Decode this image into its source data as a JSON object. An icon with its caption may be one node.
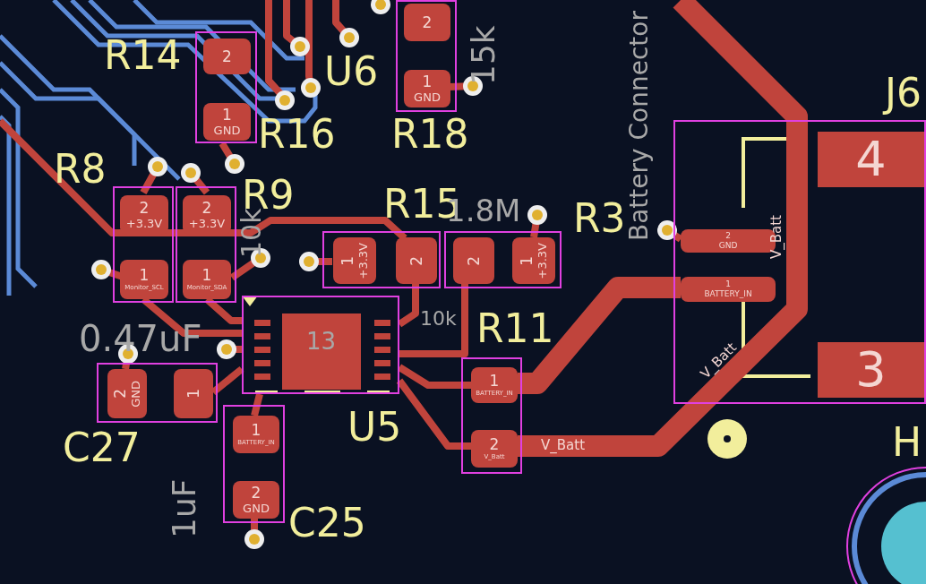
{
  "diagram": {
    "nodes": [
      {
        "text": [],
        "shape": "box"
      },
      {
        "text": [
          "2"
        ],
        "in": 0
      },
      {
        "text": [
          "1",
          "GND"
        ],
        "in": 0
      },
      {
        "text": [],
        "shape": "box"
      },
      {
        "text": [
          "2"
        ],
        "in": 3
      },
      {
        "text": [
          "1",
          "GND"
        ],
        "in": 3
      },
      {
        "text": [],
        "shape": "box"
      },
      {
        "text": [
          "2",
          "+3.3V"
        ],
        "in": 6
      },
      {
        "text": [
          "1",
          "Monitor_SCL"
        ],
        "in": 6
      },
      {
        "text": [],
        "shape": "box"
      },
      {
        "text": [
          "2",
          "+3.3V"
        ],
        "in": 9
      },
      {
        "text": [
          "1",
          "Monitor_SDA"
        ],
        "in": 9
      },
      {
        "text": [],
        "shape": "box"
      },
      {
        "text": [
          "1",
          "+3.3V"
        ],
        "in": 12
      },
      {
        "text": [
          "2"
        ],
        "in": 12
      },
      {
        "text": [],
        "shape": "box"
      },
      {
        "text": [
          "2"
        ],
        "in": 15
      },
      {
        "text": [
          "1",
          "+3.3V"
        ],
        "in": 15
      },
      {
        "text": [],
        "shape": "box"
      },
      {
        "text": [],
        "shape": "box"
      },
      {
        "text": [
          "2",
          "GND"
        ],
        "in": 19
      },
      {
        "text": [
          "1",
          "BATTERY_IN"
        ],
        "in": 19
      },
      {
        "text": [
          "4"
        ],
        "in": 19
      },
      {
        "text": [
          "3"
        ],
        "in": 19
      },
      {
        "text": [],
        "shape": "box"
      },
      {
        "text": [
          "2",
          "GND"
        ],
        "in": 24
      },
      {
        "text": [
          "1"
        ],
        "in": 24
      },
      {
        "text": [],
        "shape": "box"
      },
      {
        "text": [
          "1",
          "BATTERY_IN"
        ],
        "in": 27
      },
      {
        "text": [
          "2",
          "V_Batt"
        ],
        "in": 27
      },
      {
        "text": [],
        "shape": "box"
      },
      {
        "text": [
          "1",
          "BATTERY_IN"
        ],
        "in": 30
      },
      {
        "text": [
          "2",
          "GND"
        ],
        "in": 30
      }
    ],
    "edges": [
      {
        "from": 8,
        "to": 18,
        "arrow": "none"
      },
      {
        "from": 11,
        "to": 18,
        "arrow": "none"
      },
      {
        "from": 14,
        "to": 18,
        "arrow": "none"
      },
      {
        "from": 16,
        "to": 18,
        "arrow": "none"
      },
      {
        "from": 26,
        "to": 18,
        "arrow": "none"
      },
      {
        "from": 31,
        "to": 18,
        "arrow": "none"
      },
      {
        "from": 18,
        "to": 28,
        "arrow": "none"
      },
      {
        "from": 18,
        "to": 29,
        "arrow": "none"
      },
      {
        "from": 28,
        "to": 21,
        "arrow": "none",
        "style": "thick"
      },
      {
        "from": 29,
        "to": null,
        "arrow": "none",
        "style": "thick"
      }
    ],
    "labels": [
      "R14",
      "U6",
      "15k",
      "R16",
      "R18",
      "J6",
      "R8",
      "R9",
      "10k",
      "R15",
      "1.8M",
      "R3",
      "Battery Connector",
      "V_Batt",
      "13",
      "10k",
      "0.47uF",
      "R11",
      "V_Batt",
      "C27",
      "U5",
      "V_Batt",
      "1uF",
      "C25",
      "H"
    ]
  }
}
